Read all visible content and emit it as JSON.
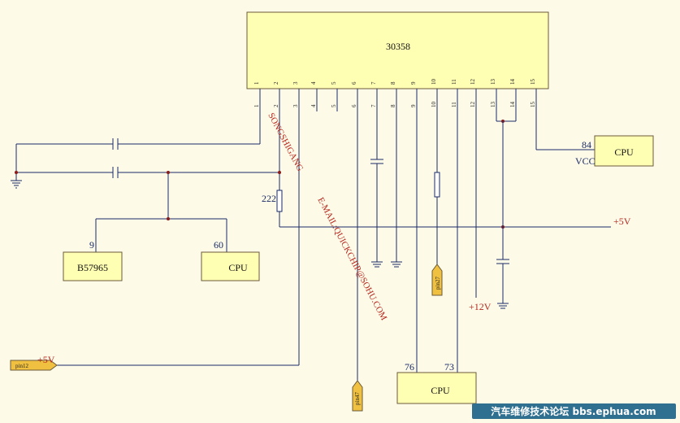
{
  "ic": {
    "label": "30358",
    "pins": [
      "1",
      "2",
      "3",
      "4",
      "5",
      "6",
      "7",
      "8",
      "9",
      "10",
      "11",
      "12",
      "13",
      "14",
      "15"
    ]
  },
  "cpu_right": {
    "label": "CPU",
    "pin": "84",
    "pin_name": "VCC"
  },
  "cpu_left": {
    "label": "CPU",
    "pin": "60"
  },
  "cpu_bottom": {
    "label": "CPU",
    "pin_a": "76",
    "pin_b": "73"
  },
  "b57965": {
    "label": "B57965",
    "pin": "9"
  },
  "resistor": {
    "label": "222"
  },
  "rails": {
    "plus5_right": "+5V",
    "plus5_left": "+5V",
    "plus12": "+12V"
  },
  "tags": {
    "pin12": "pin12",
    "pin47": "pin47",
    "pin27": "pin27"
  },
  "watermark": {
    "author": "SONGSHIGANG",
    "email": "E-MAIL:QUICKCHIP@SOHU.COM"
  },
  "footer": {
    "site": "汽车维修技术论坛 bbs.ephua.com"
  }
}
